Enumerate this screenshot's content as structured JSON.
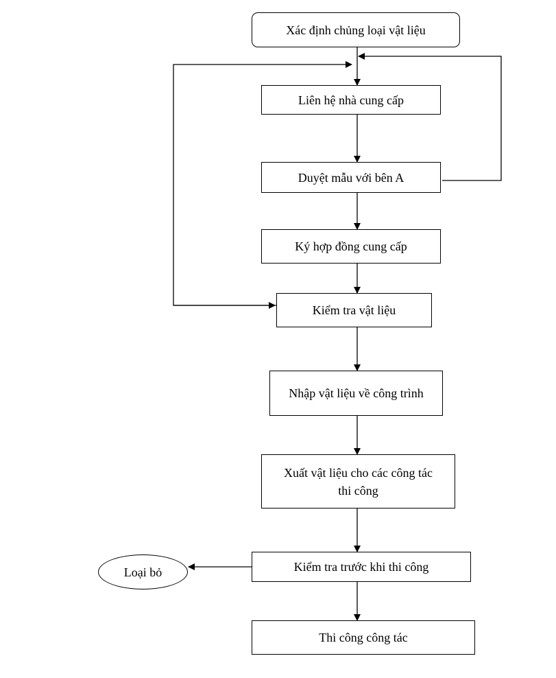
{
  "nodes": {
    "identify": "Xác định chủng loại vật liệu",
    "contact": "Liên hệ nhà cung cấp",
    "approve": "Duyệt mẫu với bên A",
    "contract": "Ký hợp đồng cung cấp",
    "inspect": "Kiểm tra vật liệu",
    "import": "Nhập vật liệu về công trình",
    "export": "Xuất vật liệu cho các công tác thi công",
    "precheck": "Kiểm tra trước khi thi công",
    "execute": "Thi công công tác",
    "reject": "Loại bỏ"
  },
  "colors": {
    "line": "#000000",
    "background": "#ffffff"
  }
}
